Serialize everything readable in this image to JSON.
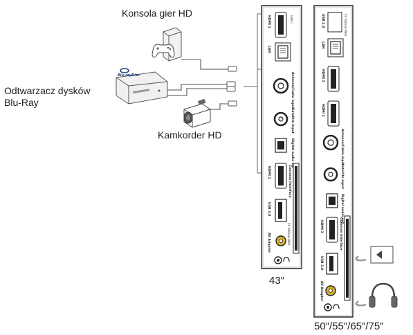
{
  "devices": {
    "console": "Konsola gier HD",
    "bluray_line1": "Odtwarzacz dysków",
    "bluray_line2": "Blu-Ray",
    "camcorder": "Kamkorder HD",
    "bluray_logo": "Blu-rayDisc"
  },
  "panel_43": {
    "size_label": "43″",
    "ports": {
      "hdmi1": "HDMI 1",
      "hdmi1_sub": "(ARC)",
      "lan": "LAN",
      "antenna": "Antenna/Cable input",
      "satellite": "Satellite input",
      "digital_audio": "Digital audio out",
      "hdmi2": "HDMI 2",
      "common_interface": "Common Interface",
      "usb": "USB 3.0",
      "usb_sub": "5V 900mA MAX",
      "av": "AV Adapter"
    }
  },
  "panel_large": {
    "size_label": "50″/55″/65″/75″",
    "ports": {
      "usb_top": "USB 2.0",
      "usb_top_sub": "5V 500mA MAX",
      "lan": "LAN",
      "hdmi1": "HDMI 1",
      "hdmi2": "HDMI 2",
      "antenna": "Antenna/Cable input",
      "satellite": "Satellite input",
      "digital_audio": "Digital audio out",
      "hdmi3": "HDMI 3",
      "common_interface": "Common Interface",
      "usb": "USB 3.0",
      "av": "AV Adapter"
    }
  },
  "accessories": [
    "ci-card-icon",
    "headphones-icon"
  ]
}
